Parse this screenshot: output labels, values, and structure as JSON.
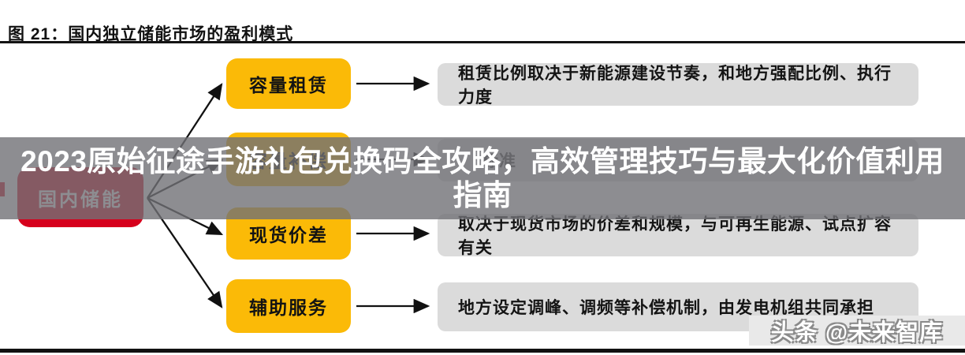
{
  "figure_header": {
    "title": "图 21：国内独立储能市场的盈利模式"
  },
  "overlay_banner": {
    "text": "2023原始征途手游礼包兑换码全攻略，高效管理技巧与最大化价值利用指南"
  },
  "watermark": {
    "text": "头条 @未来智库"
  },
  "diagram": {
    "root_node": {
      "label": "国内储能"
    },
    "rows": [
      {
        "label": "容量租赁",
        "desc": "租赁比例取决于新能源建设节奏，和地方强配比例、执行力度"
      },
      {
        "label": "容量补偿",
        "desc": "标准"
      },
      {
        "label": "现货价差",
        "desc": "取决于现货市场的价差和规模，与可再生能源、试点扩容有关"
      },
      {
        "label": "辅助服务",
        "desc": "地方设定调峰、调频等补偿机制，由发电机组共同承担"
      }
    ],
    "colors": {
      "node_fill": "#FBBA07",
      "root_fill": "#D6001C",
      "desc_fill": "#DBDBDB",
      "arrow": "#111111",
      "overlay_tint": "rgba(113,113,118,0.80)",
      "overlay_text": "#FFFFFF",
      "text_dark": "#141414",
      "watermark_bg": "#E9E9E9"
    }
  }
}
